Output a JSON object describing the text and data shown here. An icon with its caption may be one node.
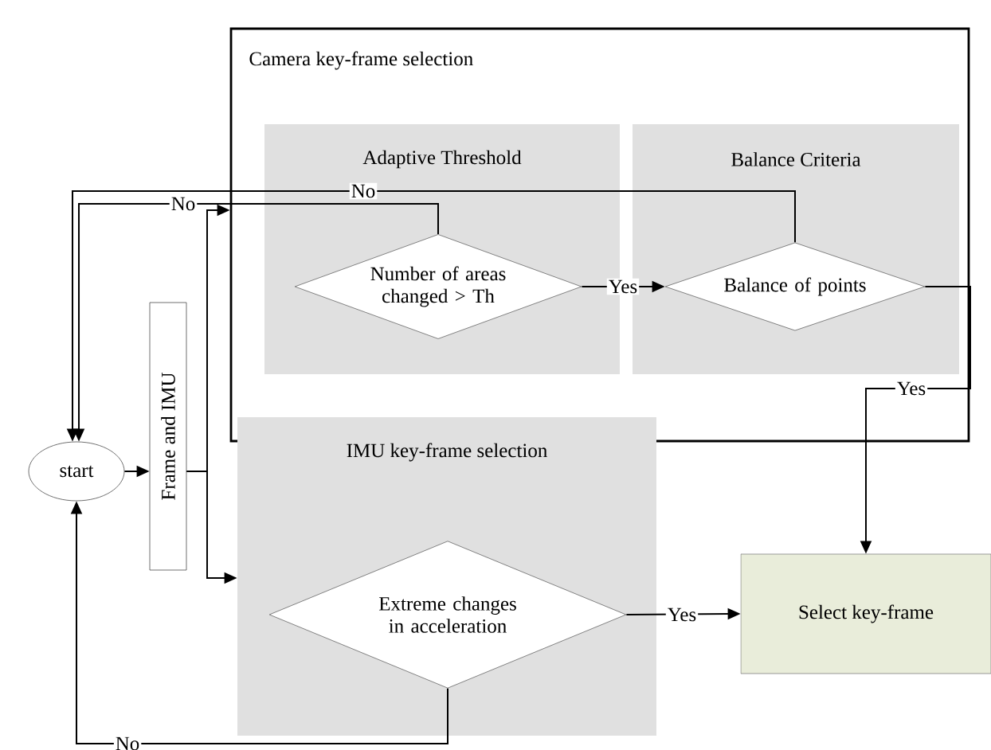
{
  "diagram": {
    "nodes": [
      {
        "text": [
          "Camera key-frame selection"
        ]
      },
      {
        "text": [
          "Adaptive Threshold"
        ],
        "in": 0
      },
      {
        "text": [
          "Balance Criteria"
        ],
        "in": 0
      },
      {
        "text": [
          "Number of areas changed > Th"
        ],
        "in": 1
      },
      {
        "text": [
          "Balance of points"
        ],
        "in": 2
      },
      {
        "text": [
          "start"
        ]
      },
      {
        "text": [
          "Frame and IMU"
        ]
      },
      {
        "text": [
          "IMU key-frame selection"
        ]
      },
      {
        "text": [
          "Extreme changes in acceleration"
        ],
        "in": 7
      },
      {
        "text": [
          "Select key-frame"
        ]
      }
    ],
    "edges": [
      {
        "from": 5,
        "to": 6,
        "arrow": "to"
      },
      {
        "from": 6,
        "to": 0,
        "arrow": "to"
      },
      {
        "from": 6,
        "to": 7,
        "arrow": "to"
      },
      {
        "from": 3,
        "to": 4,
        "arrow": "to",
        "label": "Yes"
      },
      {
        "from": 3,
        "to": 5,
        "arrow": "to",
        "label": "No"
      },
      {
        "from": 4,
        "to": 5,
        "arrow": "to",
        "label": "No"
      },
      {
        "from": 4,
        "to": 9,
        "arrow": "to",
        "label": "Yes"
      },
      {
        "from": 8,
        "to": 9,
        "arrow": "to",
        "label": "Yes"
      },
      {
        "from": 8,
        "to": 5,
        "arrow": "to",
        "label": "No"
      }
    ]
  }
}
